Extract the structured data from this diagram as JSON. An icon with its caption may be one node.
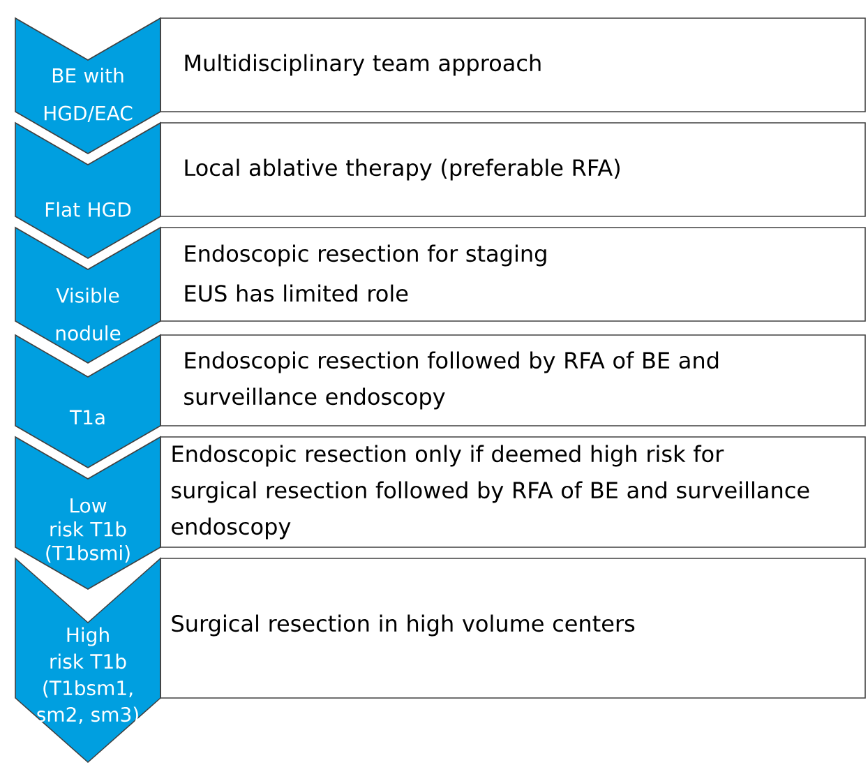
{
  "diagram": {
    "nodes": [
      {
        "text": [
          "BE with HGD/EAC"
        ]
      },
      {
        "text": [
          "Multidisciplinary team approach"
        ]
      },
      {
        "text": [
          "Flat HGD"
        ]
      },
      {
        "text": [
          "Local ablative therapy (preferable RFA)"
        ]
      },
      {
        "text": [
          "Visible nodule"
        ]
      },
      {
        "text": [
          "Endoscopic resection for staging",
          "EUS has limited role"
        ]
      },
      {
        "text": [
          "T1a"
        ]
      },
      {
        "text": [
          "Endoscopic resection followed by RFA of BE and surveillance endoscopy"
        ]
      },
      {
        "text": [
          "Low risk T1b (T1bsmi)"
        ]
      },
      {
        "text": [
          "Endoscopic resection only if deemed high risk for surgical resection followed by RFA of BE and surveillance endoscopy"
        ]
      },
      {
        "text": [
          "High risk T1b (T1bsm1, sm2, sm3)"
        ]
      },
      {
        "text": [
          "Surgical resection in high volume centers"
        ]
      }
    ]
  }
}
